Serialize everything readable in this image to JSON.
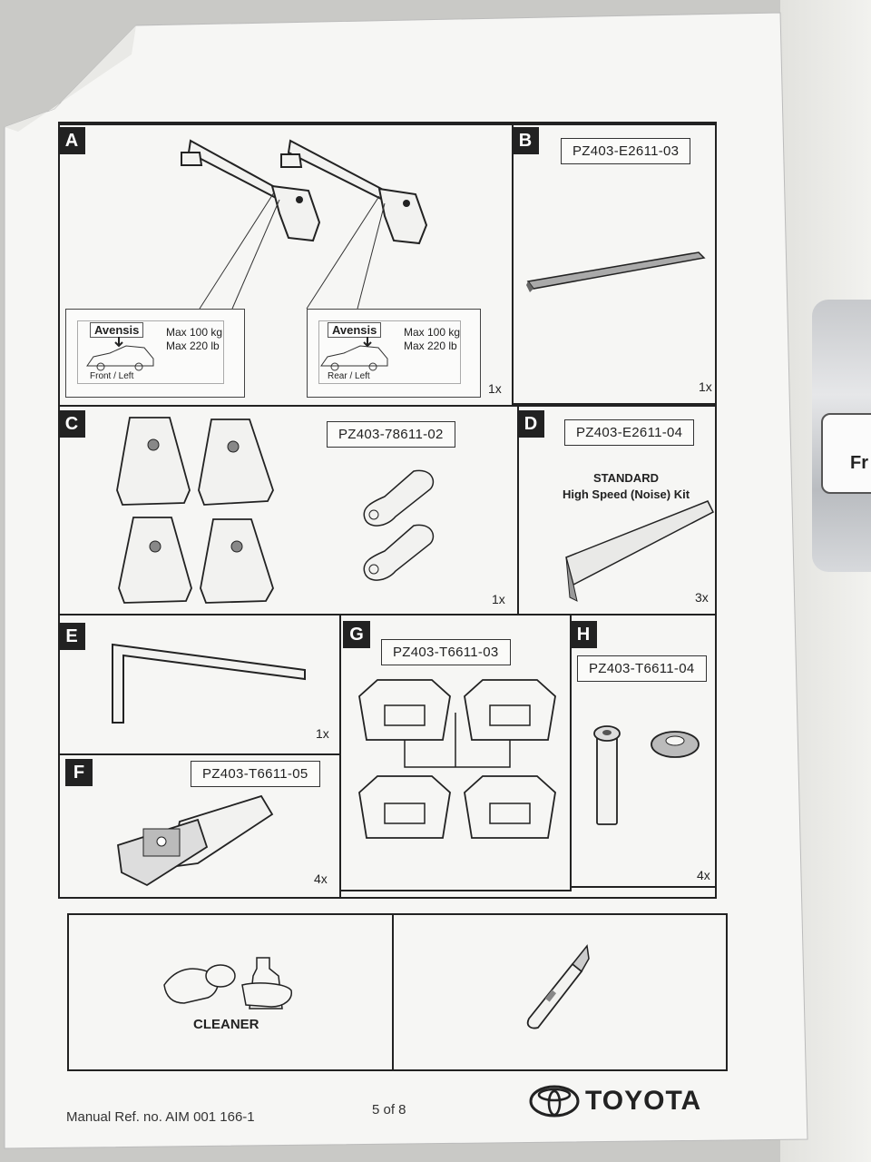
{
  "panels": {
    "A": {
      "letter": "A",
      "qty": "1x",
      "callouts": [
        {
          "model": "Avensis",
          "max_kg": "Max 100 kg",
          "max_lb": "Max 220 lb",
          "position": "Front / Left"
        },
        {
          "model": "Avensis",
          "max_kg": "Max 100 kg",
          "max_lb": "Max 220 lb",
          "position": "Rear / Left"
        }
      ]
    },
    "B": {
      "letter": "B",
      "part_no": "PZ403-E2611-03",
      "qty": "1x"
    },
    "C": {
      "letter": "C",
      "part_no": "PZ403-78611-02",
      "qty": "1x"
    },
    "D": {
      "letter": "D",
      "part_no": "PZ403-E2611-04",
      "note_line1": "STANDARD",
      "note_line2": "High Speed (Noise) Kit",
      "qty": "3x"
    },
    "E": {
      "letter": "E",
      "qty": "1x"
    },
    "F": {
      "letter": "F",
      "part_no": "PZ403-T6611-05",
      "qty": "4x"
    },
    "G": {
      "letter": "G",
      "part_no": "PZ403-T6611-03"
    },
    "H": {
      "letter": "H",
      "part_no": "PZ403-T6611-04",
      "qty": "4x"
    }
  },
  "bottom": {
    "cleaner_label": "CLEANER"
  },
  "footer": {
    "manual_ref": "Manual Ref. no. AIM 001 166-1",
    "page": "5 of 8",
    "brand": "TOYOTA"
  },
  "background_label": "Fr"
}
